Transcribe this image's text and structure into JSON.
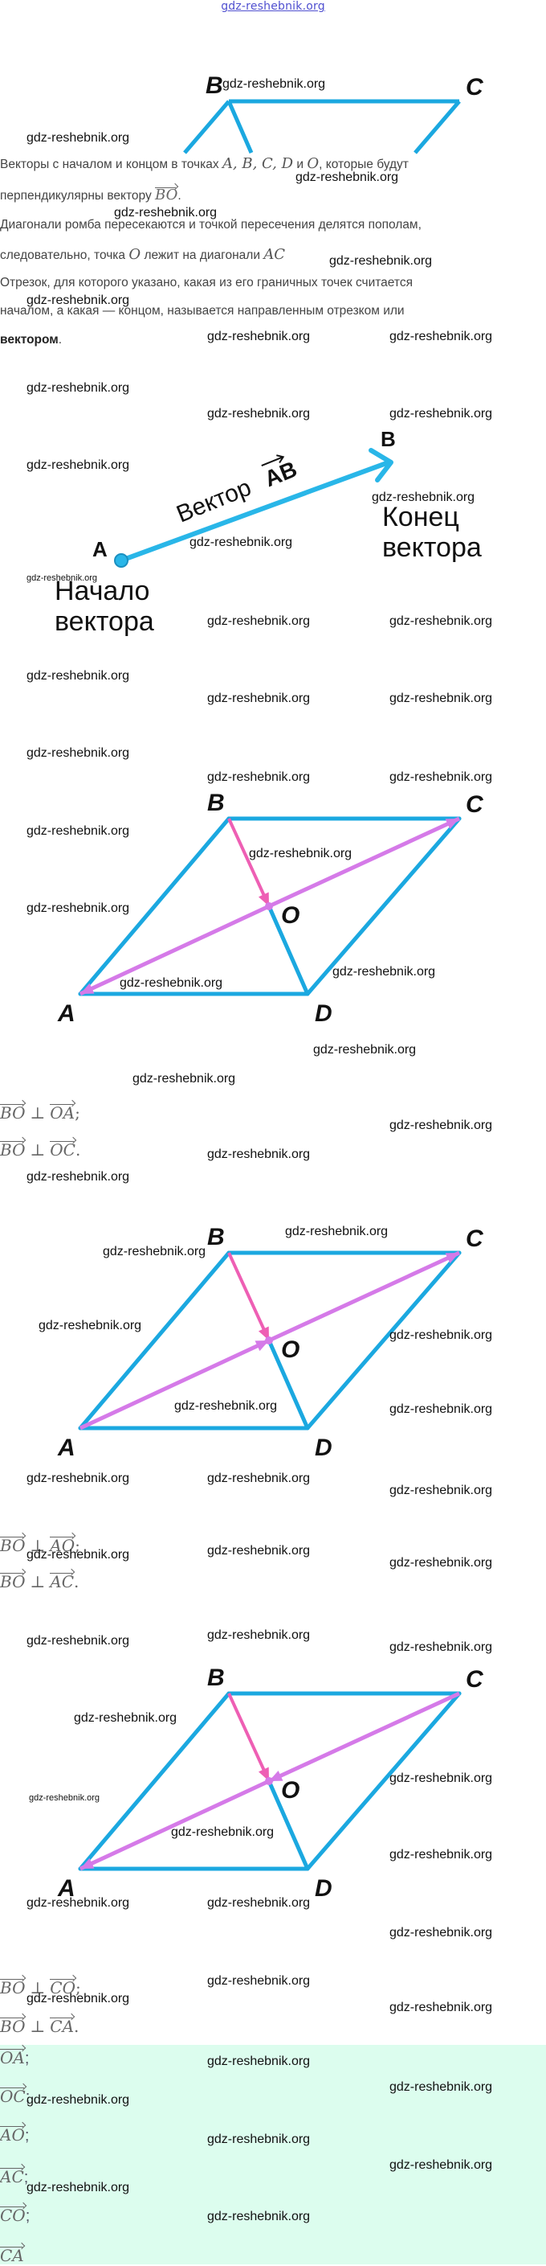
{
  "header": {
    "site_link": "gdz-reshebnik.org"
  },
  "watermark": "gdz-reshebnik.org",
  "intro": {
    "line1_prefix": "Векторы с началом и концом в точках",
    "points": "A,  B,  C,  D",
    "and": "и",
    "point_o": "O",
    "line1_suffix": ", которые будут",
    "line2_prefix": "перпендикулярны вектору",
    "vec_bo": "BO",
    "period": "."
  },
  "explanation": {
    "line1": "Диагонали ромба пересекаются и точкой пересечения делятся пополам,",
    "line2_prefix": "следовательно, точка",
    "point_o": "O",
    "line2_mid": "лежит на диагонали",
    "diag": "AC",
    "line3": "Отрезок, для которого указано, какая из его граничных точек считается",
    "line4": "началом, а какая — концом, называется направленным отрезком или",
    "line5_bold": "вектором",
    "line5_end": "."
  },
  "vector_diagram": {
    "point_a": "A",
    "point_b": "B",
    "vector_label": "Вектор",
    "vector_name": "AB",
    "start_label_1": "Начало",
    "start_label_2": "вектора",
    "end_label_1": "Конец",
    "end_label_2": "вектора",
    "line_color": "#29b6e8"
  },
  "rhombus": {
    "labels": {
      "a": "A",
      "b": "B",
      "c": "C",
      "d": "D",
      "o": "O"
    },
    "side_color": "#1ba8e0",
    "bo_color": "#ee5fb4",
    "diag_color": "#d57ae8"
  },
  "relations": [
    {
      "left": "BO",
      "right": "OA",
      "end": ";"
    },
    {
      "left": "BO",
      "right": "OC",
      "end": "."
    },
    {
      "left": "BO",
      "right": "AO",
      "end": ";"
    },
    {
      "left": "BO",
      "right": "AC",
      "end": "."
    },
    {
      "left": "BO",
      "right": "CO",
      "end": ";"
    },
    {
      "left": "BO",
      "right": "CA",
      "end": "."
    }
  ],
  "perp_symbol": "⊥",
  "answer": {
    "background": "#dcfdee",
    "items": [
      {
        "vec": "OA",
        "end": ";"
      },
      {
        "vec": "OC",
        "end": ";"
      },
      {
        "vec": "AO",
        "end": ";"
      },
      {
        "vec": "AC",
        "end": ";"
      },
      {
        "vec": "CO",
        "end": ";"
      },
      {
        "vec": "CA",
        "end": ""
      }
    ]
  }
}
